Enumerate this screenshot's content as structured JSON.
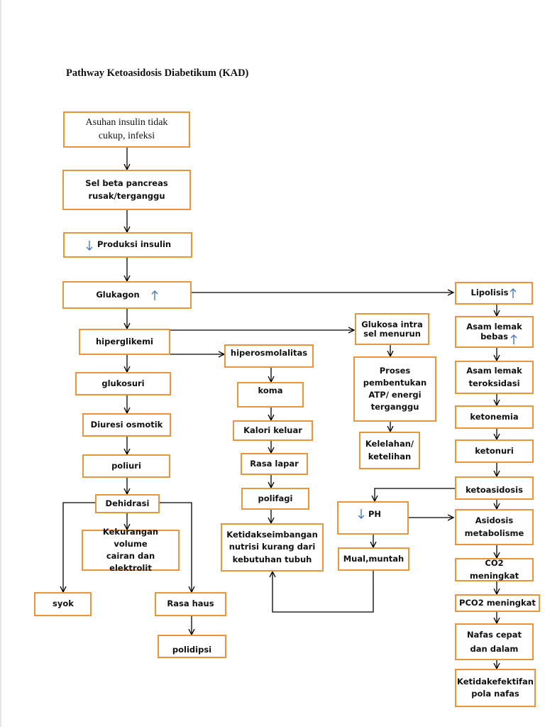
{
  "title": "Pathway Ketoasidosis Diabetikum (KAD)",
  "colors": {
    "box_border": "#e8963e",
    "arrow": "#000000",
    "indicator": "#4a78b8"
  },
  "nodes": {
    "asuhan_insulin": "Asuhan insulin tidak\ncukup, infeksi",
    "sel_beta": "Sel beta pancreas\nrusak/terganggu",
    "produksi_insulin": "Produksi insulin",
    "glukagon": "Glukagon",
    "hiperglikemi": "hiperglikemi",
    "glukosuri": "glukosuri",
    "diuresi_osmotik": "Diuresi osmotik",
    "poliuri": "poliuri",
    "dehidrasi": "Dehidrasi",
    "kekurangan_volume": "Kekurangan volume\ncairan dan elektrolit",
    "syok": "syok",
    "rasa_haus": "Rasa haus",
    "polidipsi": "polidipsi",
    "hiperosmolalitas": "hiperosmolalitas",
    "koma": "koma",
    "kalori_keluar": "Kalori keluar",
    "rasa_lapar": "Rasa lapar",
    "polifagi": "polifagi",
    "ketidakseimbangan_nutrisi": "Ketidakseimbangan\nnutrisi kurang dari\nkebutuhan tubuh",
    "glukosa_intra": "Glukosa intra\nsel menurun",
    "proses_atp": "Proses\npembentukan\nATP/ energi\nterganggu",
    "kelelahan": "Kelelahan/\nketelihan",
    "ph": "PH",
    "mual_muntah": "Mual,muntah",
    "lipolisis": "Lipolisis",
    "asam_lemak_bebas": "Asam lemak\nbebas",
    "asam_lemak_teroksidasi": "Asam lemak\nteroksidasi",
    "ketonemia": "ketonemia",
    "ketonuri": "ketonuri",
    "ketoasidosis": "ketoasidosis",
    "asidosis_metabolisme": "Asidosis\nmetabolisme",
    "co2_meningkat": "CO2 meningkat",
    "pco2_meningkat": "PCO2 meningkat",
    "nafas_cepat": "Nafas cepat\ndan dalam",
    "ketidakefektifan_pola_nafas": "Ketidakefektifan\npola nafas"
  }
}
